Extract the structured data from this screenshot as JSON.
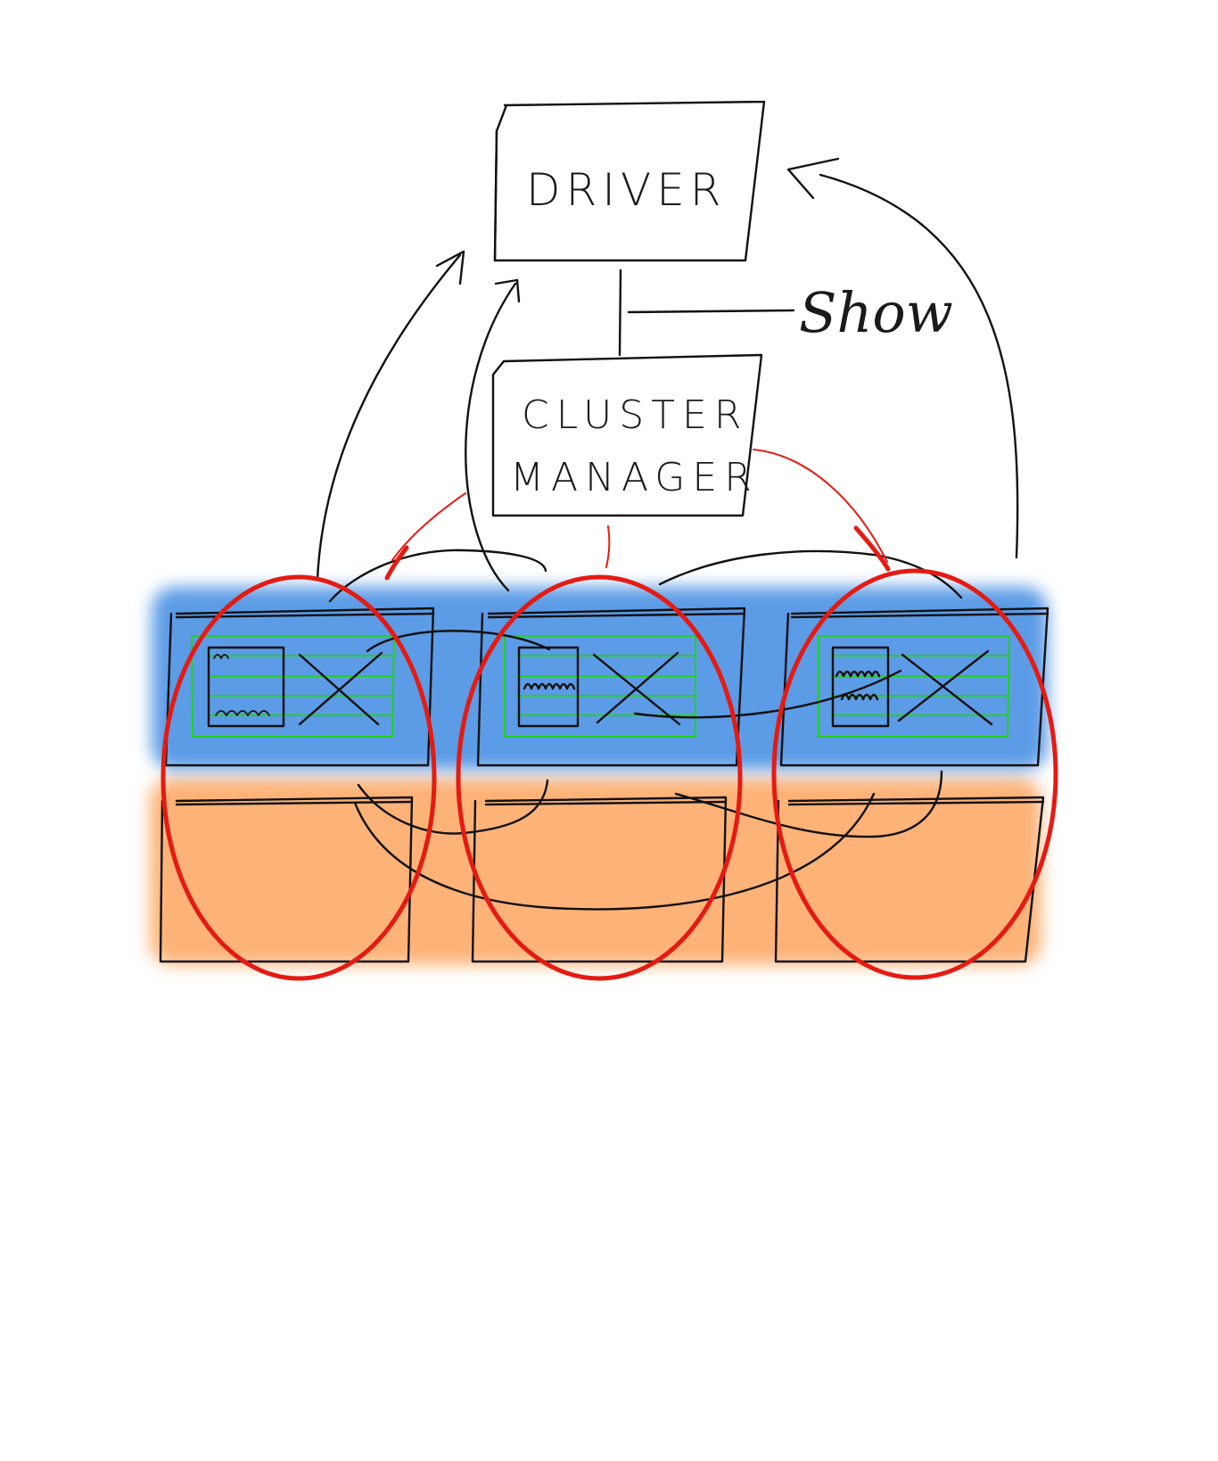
{
  "nodes": {
    "driver": "DRIVER",
    "cluster_manager_line1": "CLUSTER",
    "cluster_manager_line2": "MANAGER"
  },
  "annotation": {
    "show": "Show"
  },
  "colors": {
    "executor_memory_blue": "#5b9be6",
    "worker_storage_orange": "#fdb277",
    "worker_outline_red": "#e41b13",
    "task_lines_green": "#22d11f",
    "ink": "#111111"
  }
}
